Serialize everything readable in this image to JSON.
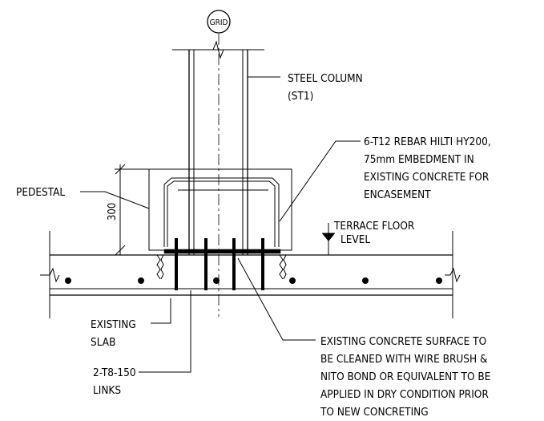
{
  "grid_label": "GRID",
  "steel_column": {
    "line1": "STEEL COLUMN",
    "line2": "(ST1)"
  },
  "rebar_note": {
    "line1": "6-T12 REBAR HILTI HY200,",
    "line2": "75mm EMBEDMENT IN",
    "line3": "EXISTING CONCRETE FOR",
    "line4": "ENCASEMENT"
  },
  "pedestal_label": "PEDESTAL",
  "dimension_value": "300",
  "terrace_level": {
    "line1": "TERRACE FLOOR",
    "line2": "LEVEL"
  },
  "existing_slab": {
    "line1": "EXISTING",
    "line2": "SLAB"
  },
  "links_label": {
    "line1": "2-T8-150",
    "line2": "LINKS"
  },
  "surface_note": {
    "line1": "EXISTING CONCRETE SURFACE TO",
    "line2": "BE CLEANED WITH WIRE BRUSH &",
    "line3": "NITO BOND OR EQUIVALENT TO BE",
    "line4": "APPLIED IN DRY CONDITION PRIOR",
    "line5": "TO NEW CONCRETING"
  }
}
